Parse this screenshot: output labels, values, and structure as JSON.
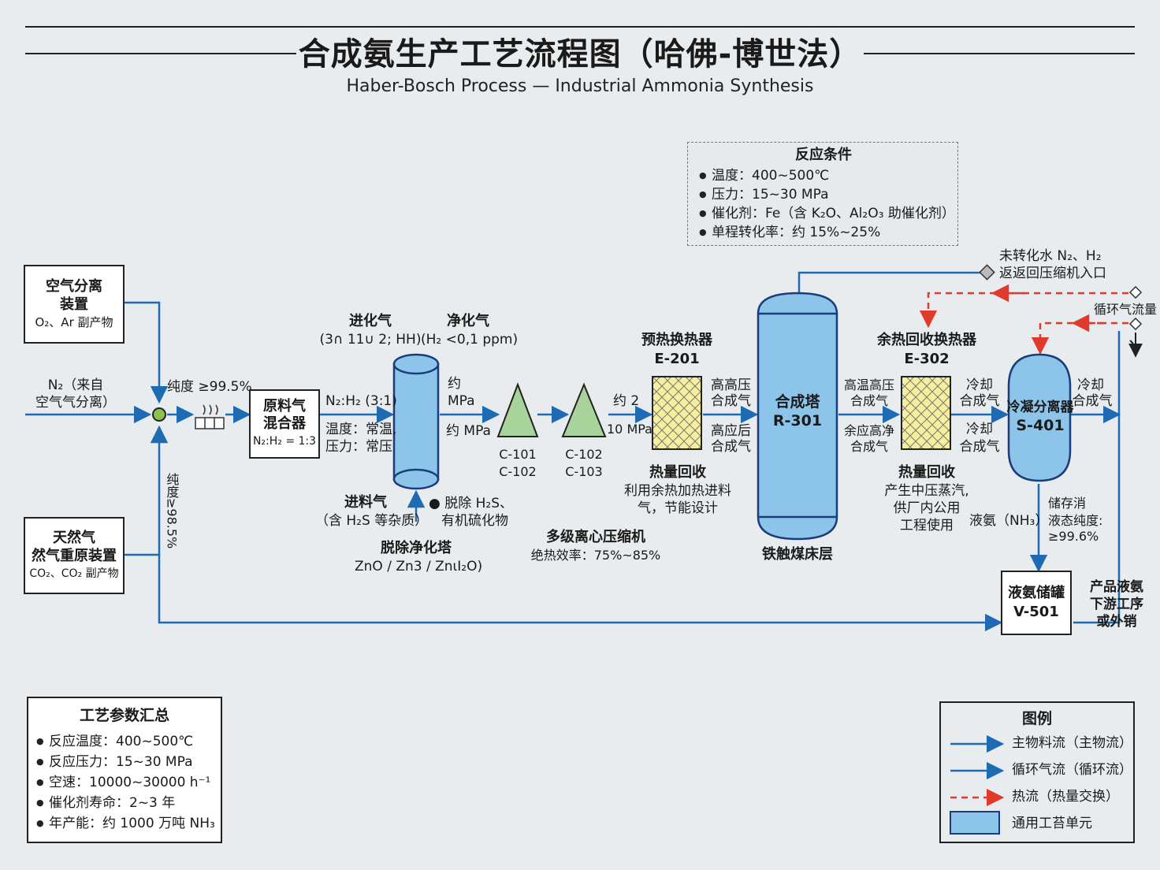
{
  "title": "合成氨生产工艺流程图（哈佛-博世法）",
  "subtitle": "Haber-Bosch Process — Industrial Ammonia Synthesis",
  "colors": {
    "main_flow": "#1f6bb3",
    "heat_flow": "#e03a2c",
    "unit_fill": "#8cc4ea",
    "unit_stroke": "#1b3c7a",
    "compressor_fill": "#a8d39a",
    "exchanger_fill": "#f7ef9e"
  },
  "reaction_conditions": {
    "title": "反应条件",
    "items": [
      "温度：400~500℃",
      "压力：15~30 MPa",
      "催化剂：Fe（含 K₂O、Al₂O₃ 助催化剂）",
      "单程转化率：约 15%~25%"
    ]
  },
  "air_separation": {
    "line1": "空气分离",
    "line2": "装置",
    "byproduct": "O₂、Ar 副产物"
  },
  "n2_feed": {
    "line1": "N₂（来自",
    "line2": "空气气分离）"
  },
  "purity_top": "纯度 ≥99.5%",
  "purity_side": "纯度≥98.5%",
  "natural_gas": {
    "line1": "天然气",
    "line2": "然气重原装置",
    "byproduct": "CO₂、CO₂ 副产物"
  },
  "mixer": {
    "line1": "原料气",
    "line2": "混合器",
    "ratio": "N₂:H₂ = 1:3"
  },
  "mixer_out": {
    "ratio": "N₂:H₂ (3:1)",
    "temp": "温度：常温,",
    "pressure": "压力：常压"
  },
  "inlet_gas": {
    "title": "进化气",
    "detail": "(3∩ 11∪ 2; HH)"
  },
  "purified_gas": {
    "title": "净化气",
    "detail": "(H₂ <0,1 ppm)"
  },
  "desulfur": {
    "feed_title": "进料气",
    "feed_detail": "（含 H₂S 等杂质）",
    "remove1": "● 脱除 H₂S、",
    "remove2": "有机硫化物",
    "name": "脱除净化塔",
    "material": "ZnO / Zn3 / ZnιI₂O)"
  },
  "tower_out": {
    "label1": "约",
    "label2": "MPa",
    "label3": "约 MPa"
  },
  "compressors": {
    "c1_top": "C-101",
    "c1_bottom": "C-102",
    "c2_top": "C-102",
    "c2_bottom": "C-103",
    "name": "多级离心压缩机",
    "efficiency": "绝热效率：75%~85%"
  },
  "comp_out": {
    "label1": "约 2",
    "label2": "10 MPa"
  },
  "preheater": {
    "name": "预热换热器",
    "code": "E-201",
    "out_top1": "高高压",
    "out_top2": "合成气",
    "out_bot1": "高应后",
    "out_bot2": "合成气",
    "recovery_title": "热量回收",
    "recovery1": "利用余热加热进料",
    "recovery2": "气，节能设计"
  },
  "reactor": {
    "name": "合成塔",
    "code": "R-301",
    "bed": "铁触煤床层"
  },
  "unconverted": {
    "line1": "未转化水 N₂、H₂",
    "line2": "返返回压缩机入口"
  },
  "recycle_flow": "循环气流量",
  "waste_heat": {
    "name": "余热回收换热器",
    "code": "E-302",
    "in_top1": "高温高压",
    "in_top2": "合成气",
    "in_bot1": "余应高净",
    "in_bot2": "合成气",
    "out_top1": "冷却",
    "out_top2": "合成气",
    "out_bot1": "冷却",
    "out_bot2": "合成气",
    "recovery_title": "热量回收",
    "recovery1": "产生中压蒸汽,",
    "recovery2": "供厂内公用",
    "recovery3": "工程使用"
  },
  "separator": {
    "name": "冷凝分离器",
    "code": "S-401",
    "out1": "冷却",
    "out2": "合成气",
    "liquid": "液氨（NH₃）"
  },
  "storage_note": {
    "line1": "储存消",
    "line2": "液态纯度:",
    "line3": "≥99.6%"
  },
  "tank": {
    "name": "液氨储罐",
    "code": "V-501"
  },
  "product": {
    "line1": "产品液氨",
    "line2": "下游工序",
    "line3": "或外销"
  },
  "summary": {
    "title": "工艺参数汇总",
    "items": [
      "反应温度：400~500℃",
      "反应压力：15~30 MPa",
      "空速：10000~30000 h⁻¹",
      "催化剂寿命：2~3 年",
      "年产能：约 1000 万吨 NH₃"
    ]
  },
  "legend": {
    "title": "图例",
    "items": [
      {
        "label": "主物料流（主物流）",
        "symbol": "solid-arrow"
      },
      {
        "label": "循环气流（循环流）",
        "symbol": "solid-arrow"
      },
      {
        "label": "热流（热量交换）",
        "symbol": "dashed-red-arrow"
      },
      {
        "label": "通用工苔单元",
        "symbol": "blue-box"
      }
    ]
  }
}
